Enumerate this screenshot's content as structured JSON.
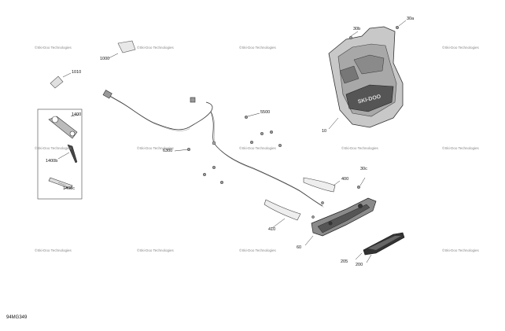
{
  "figure_id": "94MG349",
  "watermark": "©Ski-Doo Technologies",
  "callouts": {
    "c1000": "1000",
    "c1010": "1010",
    "c1400": "1400",
    "c1400b": "1400b",
    "c1400c": "1400c",
    "c30b": "30b",
    "c30a": "30a",
    "c10": "10",
    "c5500": "5500",
    "c6300": "6300",
    "c400": "400",
    "c30c": "30c",
    "c410": "410",
    "c60": "60",
    "c205": "205",
    "c200": "200"
  },
  "parts": {
    "hood_logo_text": "SKI-DOO"
  }
}
